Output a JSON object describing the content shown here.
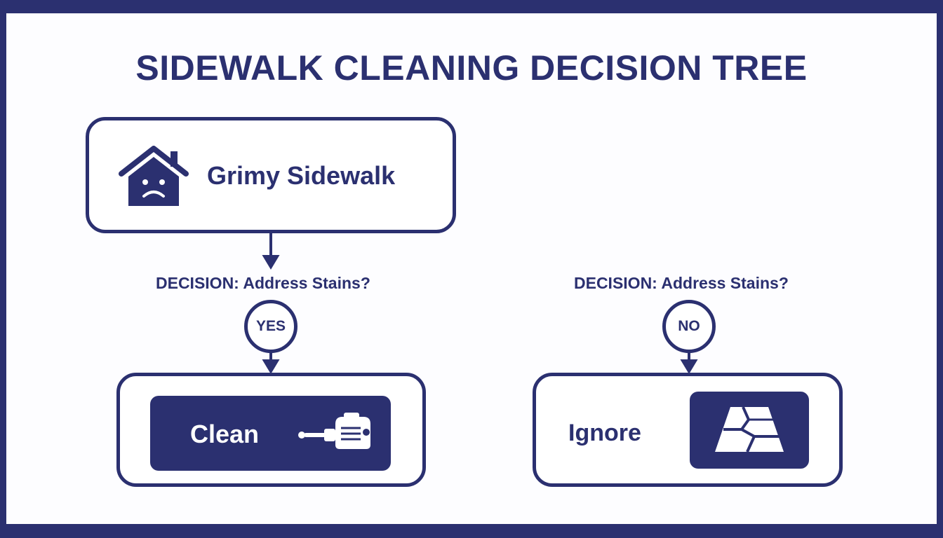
{
  "title": "SIDEWALK CLEANING DECISION TREE",
  "colors": {
    "primary": "#2b3070",
    "background": "#ffffff"
  },
  "start": {
    "label": "Grimy Sidewalk",
    "icon": "sad-house-icon"
  },
  "branches": [
    {
      "decision": "DECISION: Address Stains?",
      "answer": "YES",
      "outcome": "Clean",
      "icon": "pressure-washer-icon"
    },
    {
      "decision": "DECISION: Address Stains?",
      "answer": "NO",
      "outcome": "Ignore",
      "icon": "cracked-pavement-icon"
    }
  ]
}
